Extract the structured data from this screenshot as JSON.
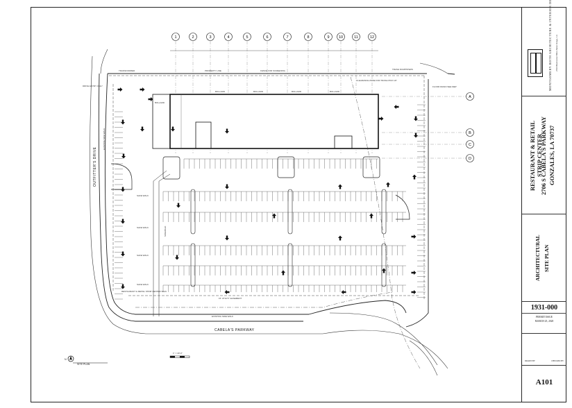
{
  "title_block": {
    "firm_name": "MONTGOMERY ROTH ARCHITECTURE & INTERIOR DESIGN, LLC",
    "firm_address": "2500 Bluebonnet Blvd, Baton Rouge, LA",
    "project_name_line1": "RESTAURANT & RETAIL",
    "project_name_line2": "STRIP CENTER",
    "project_street": "2706 S CABELA'S PARKWAY",
    "project_city": "GONZALES, LA 70737",
    "sheet_title_line1": "ARCHITECTURAL",
    "sheet_title_line2": "SITE PLAN",
    "job_number": "1931-000",
    "issue_label": "PERMIT ISSUE",
    "issue_date": "MARCH 25, 2020",
    "drawn_by": "DRAWN BY",
    "checked_by": "CHECKED BY",
    "sheet_number": "A101"
  },
  "plan": {
    "grid_columns": [
      "1",
      "2",
      "3",
      "4",
      "5",
      "6",
      "7",
      "8",
      "9",
      "10",
      "11",
      "12"
    ],
    "grid_rows": [
      "A",
      "B",
      "C",
      "D"
    ],
    "labels": {
      "transformer": "TRANSFORMER",
      "property_line": "PROPERTY LINE",
      "fence": "FENCE FOR SCREENING",
      "trash": "TRASH DUMPSTERS",
      "clearance": "CLEARANCE ZONE FOR TRASH PICK UP",
      "floor_drain": "FLOOR DRAIN SEE MEP",
      "bollard": "BOLLARD",
      "drive_only": "DRIVE ENTRY ONLY",
      "existing_sidewalk_left": "EXISTING SIDE WALK",
      "outfitters_drive": "OUTFITTER'S DRIVE",
      "cabelas_parkway": "CABELA'S PARKWAY",
      "existing_sidewalk_bottom": "EXISTING SIDE WALK",
      "utility_easement": "15' UTILITY EASEMENT",
      "sign": "RESTAURANT & RETAIL STRIP CENTER SIGN",
      "sidewalk": "SIDEWALK",
      "site_plan": "SITE PLAN",
      "safe_walk": "SAFE WALK"
    },
    "scale_label": "1\" = 40'-0\"",
    "north_label": "N"
  }
}
